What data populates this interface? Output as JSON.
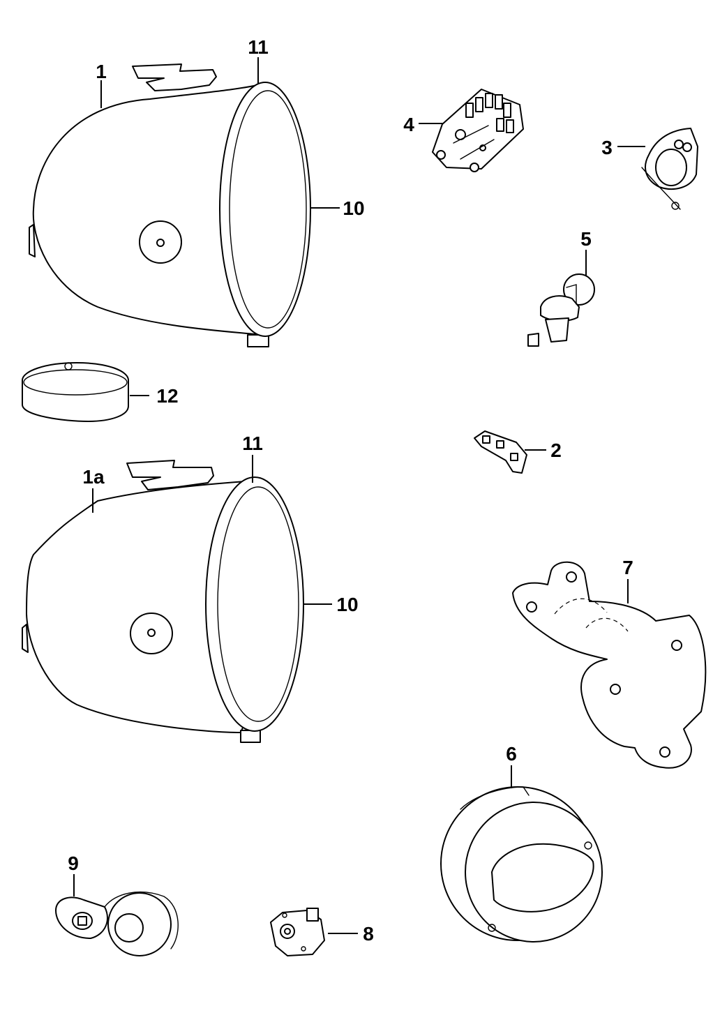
{
  "callouts": {
    "c1": "1",
    "c1a": "1a",
    "c2": "2",
    "c3": "3",
    "c4": "4",
    "c5": "5",
    "c6": "6",
    "c7": "7",
    "c8": "8",
    "c9": "9",
    "c10_top": "10",
    "c10_bottom": "10",
    "c11_top": "11",
    "c11_bottom": "11",
    "c12": "12"
  }
}
